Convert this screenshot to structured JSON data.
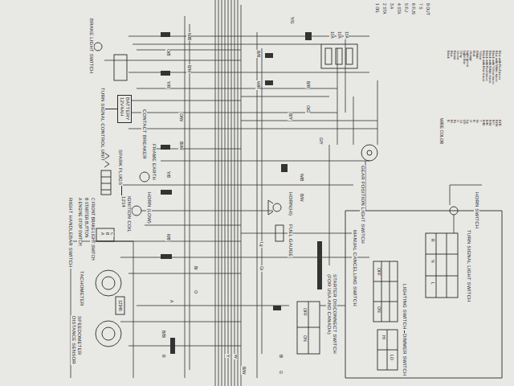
{
  "diagram": {
    "nodes": [
      {
        "text": [
          "BRAKE LIGHT SWITCH"
        ]
      },
      {
        "text": [
          "TURN SIGNAL CONTROL UNIT"
        ]
      },
      {
        "text": [
          "BATTERY",
          "12V4AH"
        ]
      },
      {
        "text": [
          "CONTACT BREAKER"
        ]
      },
      {
        "text": [
          "FRAME EARTH"
        ]
      },
      {
        "text": [
          "SPARK PLUGS"
        ]
      },
      {
        "text": [
          "IGNITION COIL",
          "1234"
        ]
      },
      {
        "text": [
          "RIGHT HANDLEBAR SWITCH"
        ]
      },
      {
        "text": [
          "HORN (LOW)"
        ]
      },
      {
        "text": [
          "HORN(HI)"
        ]
      },
      {
        "text": [
          "FUEL GAUGE"
        ]
      },
      {
        "text": [
          "TACHOMETER"
        ]
      },
      {
        "text": [
          "SPEEDOMETER",
          "DISTANCE SENSOR"
        ]
      },
      {
        "text": [
          "GEAR POSITION LIGHT SWITCH"
        ]
      },
      {
        "text": [
          "STARTER DISCONNECT SWITCH (FOR USA AND CANADA)"
        ]
      },
      {
        "text": [
          "LIGHTING SWITCH"
        ]
      },
      {
        "text": [
          "DIMMER SWITCH"
        ]
      },
      {
        "text": [
          "TURN SIGNAL LIGHT SWITCH"
        ]
      },
      {
        "text": [
          "HORN SWITCH"
        ]
      },
      {
        "text": [
          "MANUAL CANCELLING SWITCH"
        ]
      }
    ],
    "edges": [
      {
        "from": 5,
        "to": 6,
        "arrow": "none"
      },
      {
        "from": 1,
        "to": 2,
        "arrow": "none"
      },
      {
        "from": 15,
        "to": 16,
        "arrow": "none"
      }
    ],
    "labels": [
      "1 OIL",
      "2 STA",
      "3 A",
      "4 STA",
      "5 FU",
      "6 FUS",
      "7 S",
      "8 OUT",
      "10A",
      "10A",
      "10A",
      "WIRE COLOR",
      "B",
      "Bl",
      "Br",
      "G",
      "Gr",
      "Lbl",
      "Lg",
      "O",
      "R",
      "W",
      "Y",
      "B/Bl",
      "B/R",
      "B/W",
      "B/Y",
      "Bl/W",
      "Bl/R",
      "Black",
      "Blue",
      "Brown",
      "Green",
      "Gray",
      "Light blue",
      "Light green",
      "Orange",
      "Red",
      "White",
      "Yellow",
      "Black with Blue tracer",
      "Black with Red tracer",
      "Black with White tracer",
      "Black with Yellow tracer",
      "Blue with White tracer",
      "Blue with Red tracer",
      "W/B",
      "B/W",
      "O/B",
      "Y/R",
      "B/R",
      "W/R",
      "G/Y",
      "B/Y",
      "O/W",
      "Bl/W",
      "Y/B",
      "R/B",
      "Lg",
      "Br",
      "Gr",
      "O",
      "Y",
      "W",
      "B/W",
      "R",
      "Bl",
      "G",
      "W/B",
      "B/W",
      "B/Bl",
      "Y/G",
      "B/R",
      "O/G",
      "OFF",
      "ON",
      "HI",
      "LO",
      "R",
      "N",
      "L",
      "OFF",
      "ON",
      "A ENGINE STOP SWITCH",
      "B STARTER BUTTON",
      "C FRONT BRAKE LIGHT SWITCH",
      "A",
      "B",
      "C",
      "12345",
      "A"
    ]
  }
}
